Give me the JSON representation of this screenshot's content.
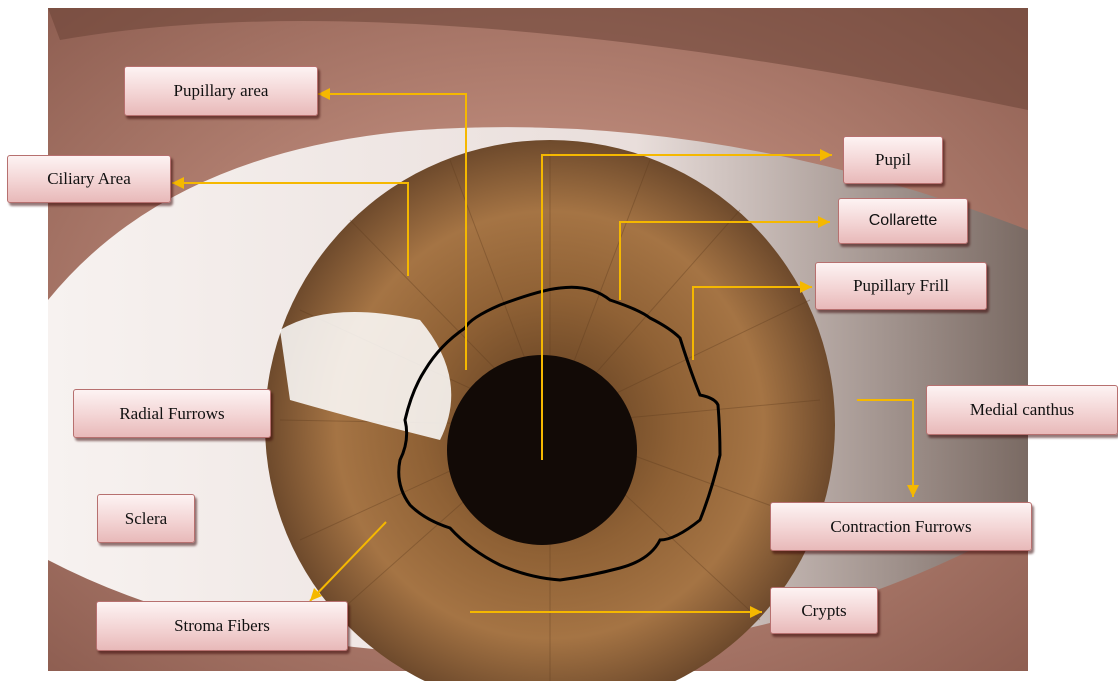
{
  "labels": {
    "pupillary_area": "Pupillary area",
    "ciliary_area": "Ciliary Area",
    "pupil": "Pupil",
    "collarette": "Collarette",
    "pupillary_frill": "Pupillary Frill",
    "radial_furrows": "Radial Furrows",
    "medial_canthus": "Medial canthus",
    "sclera": "Sclera",
    "contraction_furrows": "Contraction Furrows",
    "stroma_fibers": "Stroma Fibers",
    "crypts": "Crypts"
  },
  "colors": {
    "arrow": "#f5b800",
    "outline": "#000000",
    "iris": "#9b6a3c",
    "sclera": "#f4f1ee",
    "skin": "#c58a78"
  }
}
